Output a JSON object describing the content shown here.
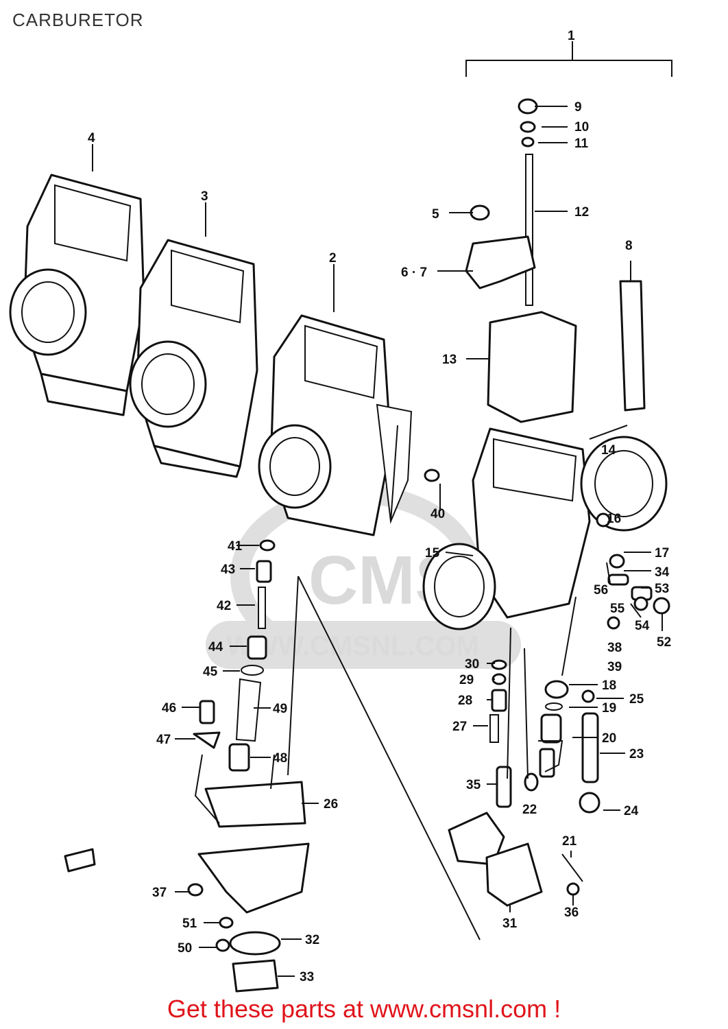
{
  "page": {
    "title": "CARBURETOR",
    "footer": "Get these parts at www.cmsnl.com !",
    "watermark_brand": "CMS",
    "watermark_url": "WWW.CMSNL.COM"
  },
  "callouts": [
    "1",
    "2",
    "3",
    "4",
    "5",
    "6 · 7",
    "8",
    "9",
    "10",
    "11",
    "12",
    "13",
    "14",
    "15",
    "16",
    "17",
    "18",
    "19",
    "20",
    "21",
    "22",
    "23",
    "24",
    "25",
    "26",
    "27",
    "28",
    "29",
    "30",
    "31",
    "32",
    "33",
    "34",
    "35",
    "36",
    "37",
    "38",
    "39",
    "40",
    "41",
    "42",
    "43",
    "44",
    "45",
    "46",
    "47",
    "48",
    "49",
    "50",
    "51",
    "52",
    "53",
    "54",
    "55",
    "56"
  ]
}
